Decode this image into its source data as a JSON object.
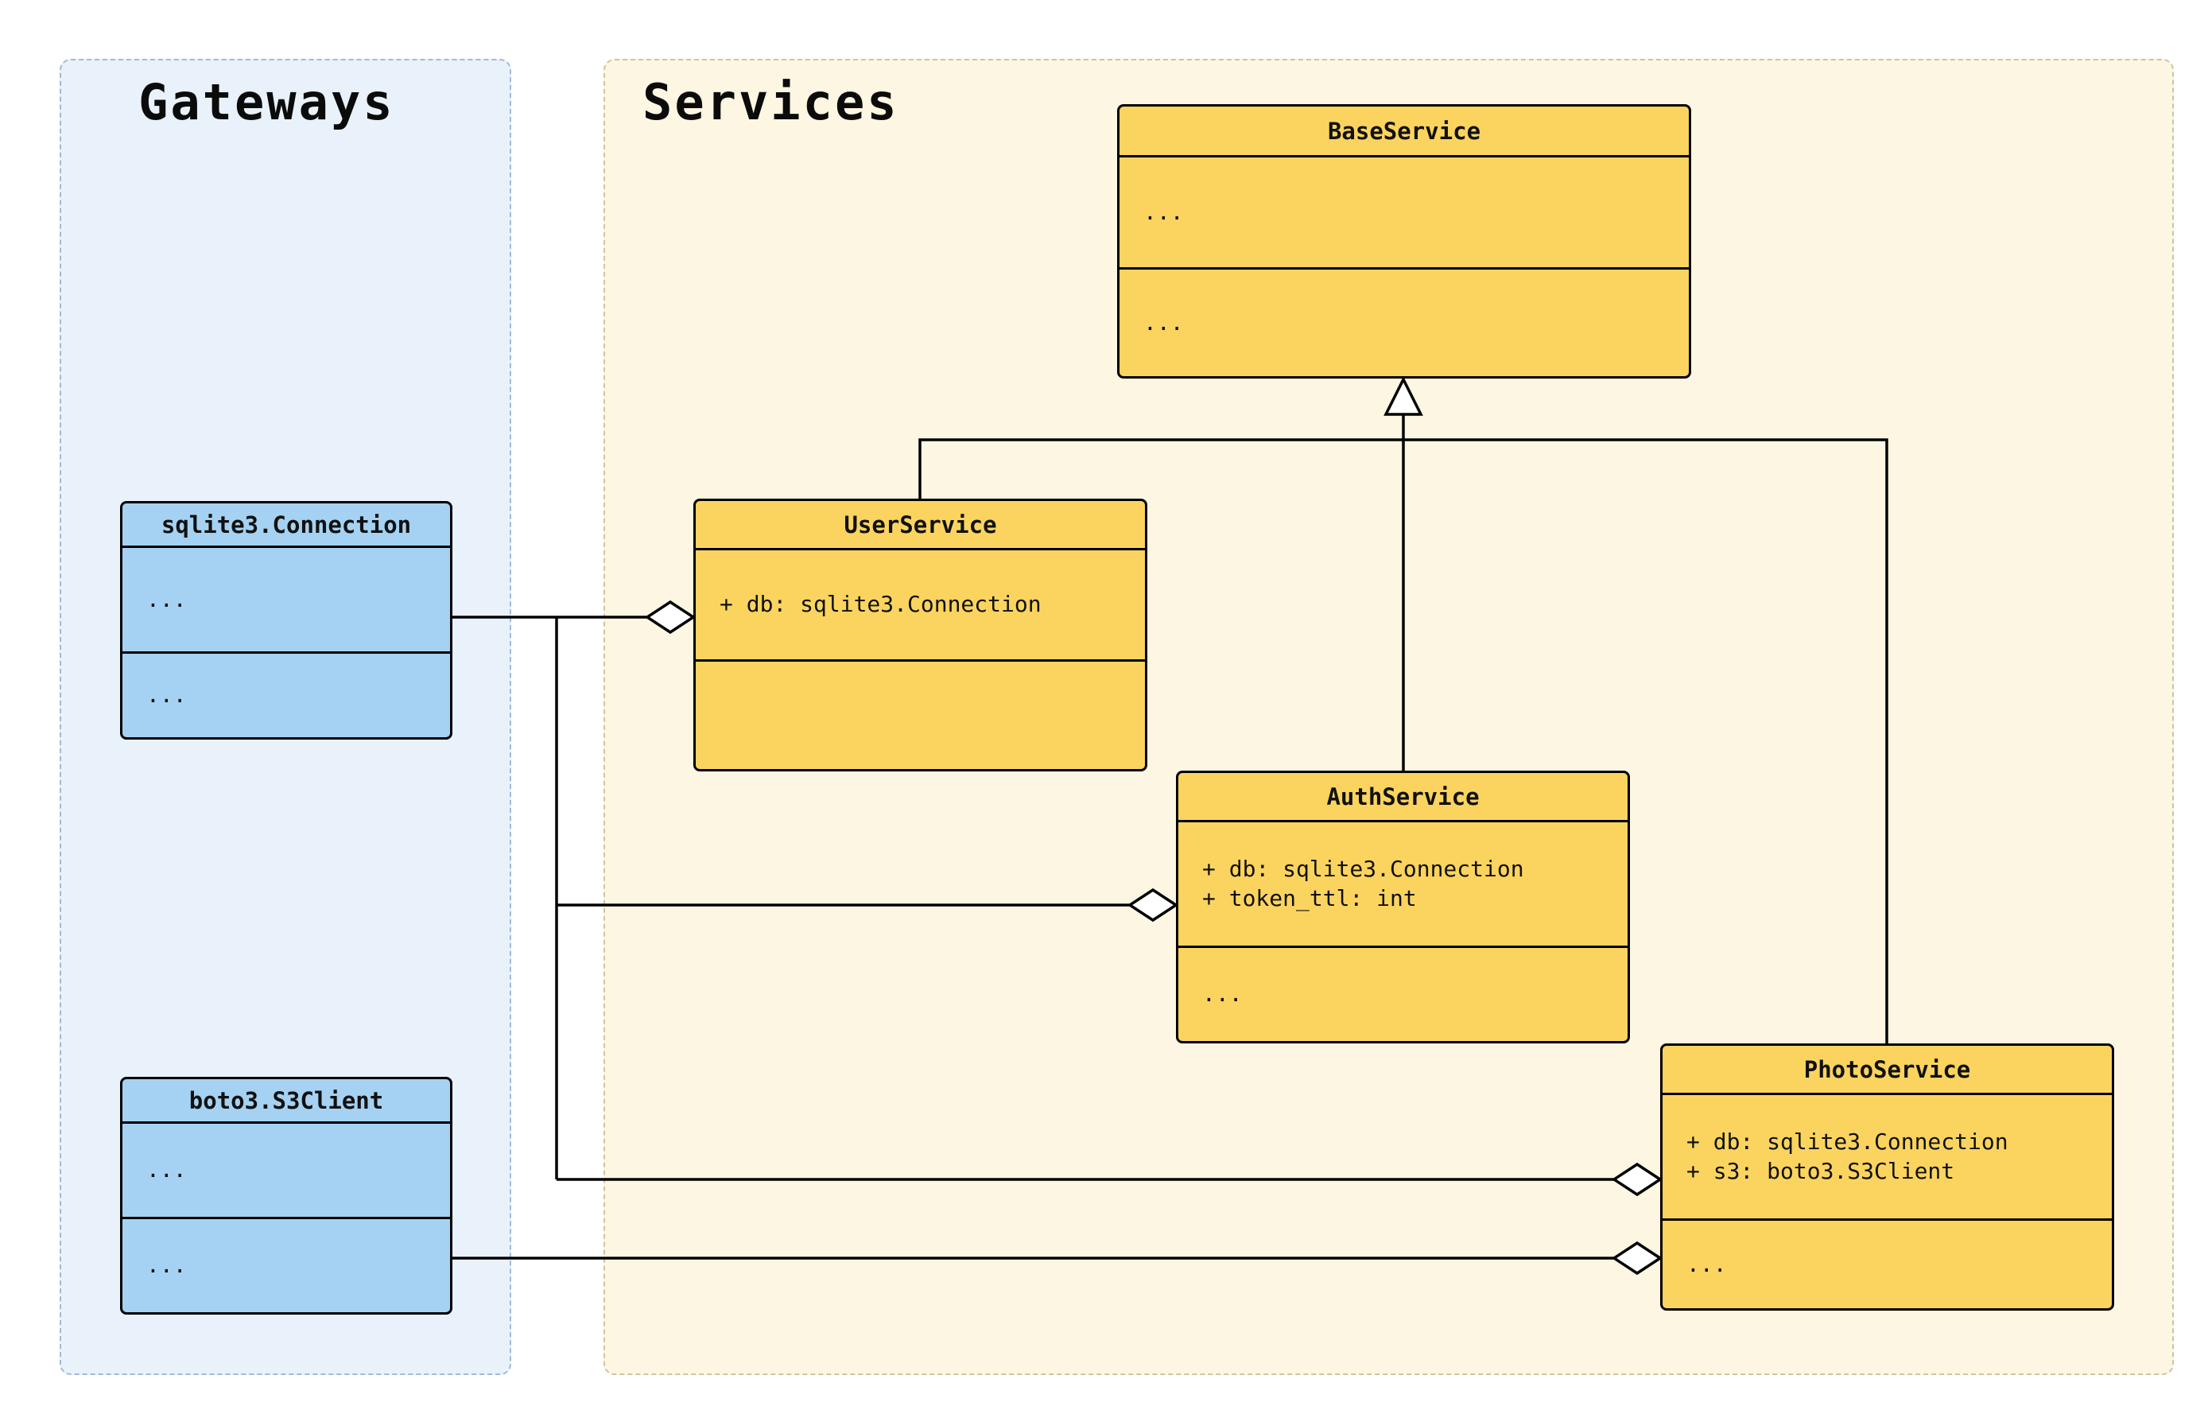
{
  "groups": {
    "gateways": {
      "title": "Gateways"
    },
    "services": {
      "title": "Services"
    }
  },
  "classes": {
    "base_service": {
      "title": "BaseService",
      "attributes": [
        "..."
      ],
      "methods": [
        "..."
      ]
    },
    "user_service": {
      "title": "UserService",
      "attributes": [
        "+ db: sqlite3.Connection"
      ],
      "methods": []
    },
    "auth_service": {
      "title": "AuthService",
      "attributes": [
        "+ db: sqlite3.Connection",
        "+ token_ttl: int"
      ],
      "methods": [
        "..."
      ]
    },
    "photo_service": {
      "title": "PhotoService",
      "attributes": [
        "+ db: sqlite3.Connection",
        "+ s3: boto3.S3Client"
      ],
      "methods": [
        "..."
      ]
    },
    "sqlite_connection": {
      "title": "sqlite3.Connection",
      "attributes": [
        "..."
      ],
      "methods": [
        "..."
      ]
    },
    "boto3_s3client": {
      "title": "boto3.S3Client",
      "attributes": [
        "..."
      ],
      "methods": [
        "..."
      ]
    }
  },
  "relationships": [
    {
      "type": "inheritance",
      "marker": "hollow-triangle",
      "from": "UserService",
      "to": "BaseService"
    },
    {
      "type": "inheritance",
      "marker": "hollow-triangle",
      "from": "AuthService",
      "to": "BaseService"
    },
    {
      "type": "inheritance",
      "marker": "hollow-triangle",
      "from": "PhotoService",
      "to": "BaseService"
    },
    {
      "type": "aggregation",
      "marker": "hollow-diamond",
      "from": "sqlite3.Connection",
      "to": "UserService"
    },
    {
      "type": "aggregation",
      "marker": "hollow-diamond",
      "from": "sqlite3.Connection",
      "to": "AuthService"
    },
    {
      "type": "aggregation",
      "marker": "hollow-diamond",
      "from": "sqlite3.Connection",
      "to": "PhotoService"
    },
    {
      "type": "aggregation",
      "marker": "hollow-diamond",
      "from": "boto3.S3Client",
      "to": "PhotoService"
    }
  ],
  "colors": {
    "gateways_panel_fill": "#e9f1fb",
    "gateways_box_fill": "#a5d2f2",
    "services_panel_fill": "#fdf6e2",
    "services_box_fill": "#fbd45f",
    "line": "#000000",
    "text": "#111111"
  }
}
